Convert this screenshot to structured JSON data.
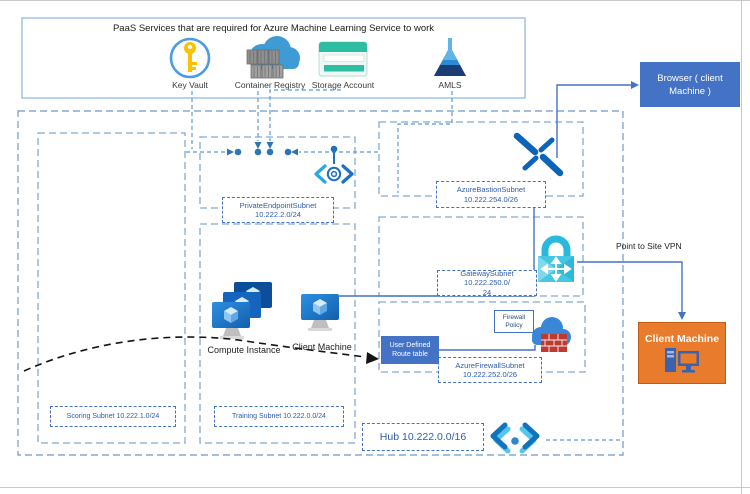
{
  "paas": {
    "title": "PaaS Services that are required for Azure Machine Learning Service to work",
    "services": [
      {
        "label": "Key Vault",
        "icon": "key-vault-icon"
      },
      {
        "label": "Container Registry",
        "icon": "container-registry-icon"
      },
      {
        "label": "Storage Account",
        "icon": "storage-account-icon"
      },
      {
        "label": "AMLS",
        "icon": "amls-icon"
      }
    ]
  },
  "hub": {
    "label": "Hub 10.222.0.0/16"
  },
  "subnets": {
    "scoring": {
      "label": "Scoring Subnet 10.222.1.0/24"
    },
    "training": {
      "label": "Training Subnet 10.222.0.0/24"
    },
    "private_endpoint": {
      "line1": "PrivateEndpointSubnet",
      "line2": "10.222.2.0/24"
    },
    "bastion": {
      "line1": "AzureBastionSubnet",
      "line2": "10.222.254.0/26"
    },
    "gateway": {
      "line1": "GatewaySubnet 10.222.250.0/",
      "line2": "24"
    },
    "firewall": {
      "line1": "AzureFirewallSubnet",
      "line2": "10.222.252.0/26"
    }
  },
  "nodes": {
    "compute_instance": {
      "label": "Compute Instance"
    },
    "client_machine_vm": {
      "label": "Client Machine"
    },
    "browser": {
      "label": "Browser ( client Machine )"
    },
    "client_machine_external": {
      "label": "Client Machine"
    },
    "udr": {
      "label": "User Defined Route table"
    },
    "firewall_policy": {
      "label": "Firewall Policy"
    }
  },
  "annotations": {
    "point_to_site_vpn": "Point to Site VPN"
  },
  "colors": {
    "accent_blue": "#4472c4",
    "dashed_border": "#85a9d0",
    "label_border": "#4472c4",
    "label_text": "#2e5ca8",
    "orange": "#e87b2c",
    "storage_teal": "#2dbda0",
    "key_gold": "#ffc000",
    "bastion_blue": "#0c64b8",
    "lock_cyan": "#45c6e3",
    "firewall_brick": "#be3a31"
  }
}
